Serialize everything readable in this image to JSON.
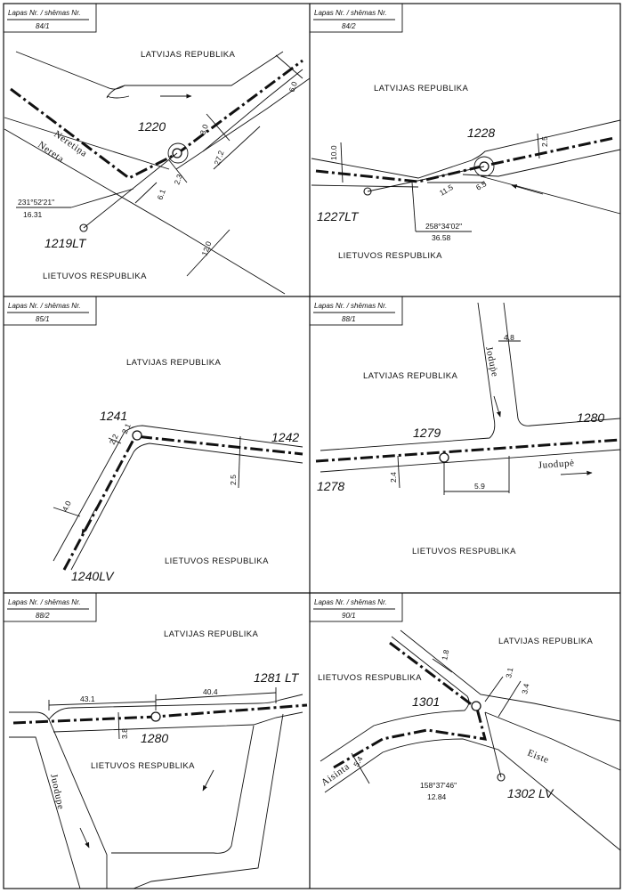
{
  "panels": [
    {
      "header_label": "Lapas Nr. / shēmas Nr.",
      "sheet": "84/1",
      "north_country": "LATVIJAS REPUBLIKA",
      "south_country": "LIETUVOS RESPUBLIKA",
      "points": [
        "1220",
        "1219LT"
      ],
      "rivers": [
        "Neretiņa",
        "Nereta"
      ],
      "dims": [
        "6.0",
        "3.0",
        "27.2",
        "2.3",
        "6.1",
        "12.0"
      ],
      "bearing": "231°52'21\"",
      "distance": "16.31"
    },
    {
      "header_label": "Lapas Nr. / shēmas Nr.",
      "sheet": "84/2",
      "north_country": "LATVIJAS REPUBLIKA",
      "south_country": "LIETUVOS RESPUBLIKA",
      "points": [
        "1228",
        "1227LT"
      ],
      "dims": [
        "10.0",
        "2.5",
        "11.5",
        "6.5"
      ],
      "bearing": "258°34'02\"",
      "distance": "36.58"
    },
    {
      "header_label": "Lapas Nr. / shēmas Nr.",
      "sheet": "85/1",
      "north_country": "LATVIJAS REPUBLIKA",
      "south_country": "LIETUVOS RESPUBLIKA",
      "points": [
        "1241",
        "1242",
        "1240LV"
      ],
      "dims": [
        "2.2",
        "2.1",
        "2.5",
        "4.0"
      ]
    },
    {
      "header_label": "Lapas Nr. / shēmas Nr.",
      "sheet": "88/1",
      "north_country": "LATVIJAS REPUBLIKA",
      "south_country": "LIETUVOS RESPUBLIKA",
      "points": [
        "1279",
        "1280",
        "1278"
      ],
      "rivers": [
        "Joduṗe",
        "Juodupė"
      ],
      "dims": [
        "4.8",
        "2.4",
        "5.9"
      ]
    },
    {
      "header_label": "Lapas Nr. / shēmas Nr.",
      "sheet": "88/2",
      "north_country": "LATVIJAS REPUBLIKA",
      "south_country": "LIETUVOS RESPUBLIKA",
      "points": [
        "1281 LT",
        "1280"
      ],
      "rivers": [
        "Juodupe"
      ],
      "dims": [
        "43.1",
        "40.4",
        "3.8"
      ]
    },
    {
      "header_label": "Lapas Nr. / shēmas Nr.",
      "sheet": "90/1",
      "north_country": "LATVIJAS REPUBLIKA",
      "south_country": "LIETUVOS RESPUBLIKA",
      "points": [
        "1301",
        "1302 LV"
      ],
      "rivers": [
        "Aisinta",
        "Eiste"
      ],
      "dims": [
        "1.8",
        "3.1",
        "3.4",
        "5.4"
      ],
      "bearing": "158°37'46\"",
      "distance": "12.84"
    }
  ]
}
